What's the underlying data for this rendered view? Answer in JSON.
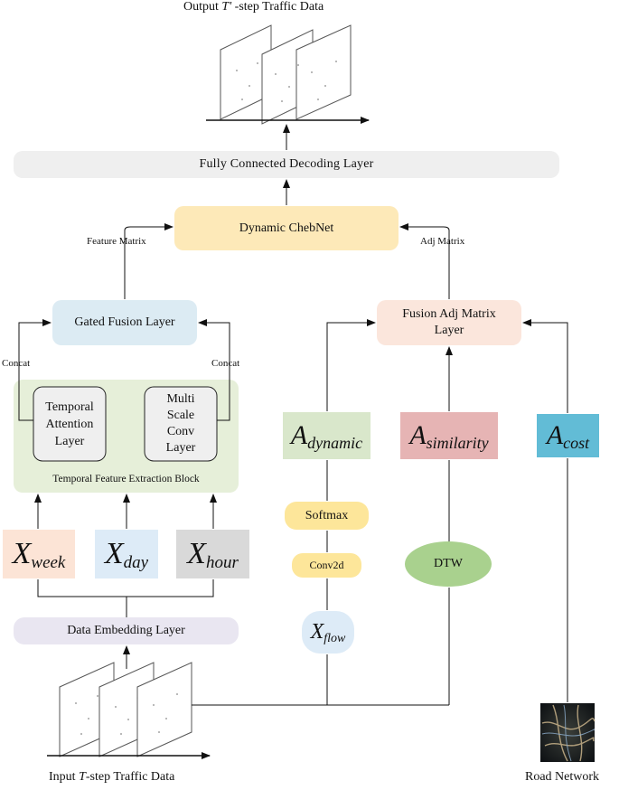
{
  "output": {
    "prefix": "Output ",
    "var": "T'",
    "suffix": " -step Traffic Data"
  },
  "input": {
    "prefix": "Input ",
    "var": "T",
    "suffix": "-step Traffic Data"
  },
  "layers": {
    "fc_decoding": "Fully Connected Decoding Layer",
    "chebnet": "Dynamic ChebNet",
    "gated_fusion": "Gated Fusion Layer",
    "fusion_adj_line1": "Fusion Adj Matrix",
    "fusion_adj_line2": "Layer",
    "temporal_attention": [
      "Temporal",
      "Attention",
      "Layer"
    ],
    "multi_scale_conv": [
      "Multi",
      "Scale",
      "Conv",
      "Layer"
    ],
    "temporal_block": "Temporal Feature Extraction Block",
    "data_embedding": "Data Embedding Layer",
    "softmax": "Softmax",
    "conv2d": "Conv2d",
    "dtw": "DTW"
  },
  "edge_labels": {
    "feature_matrix": "Feature Matrix",
    "adj_matrix": "Adj Matrix",
    "concat_left": "Concat",
    "concat_right": "Concat"
  },
  "symbols": {
    "x_week": {
      "base": "X",
      "sub": "week"
    },
    "x_day": {
      "base": "X",
      "sub": "day"
    },
    "x_hour": {
      "base": "X",
      "sub": "hour"
    },
    "x_flow": {
      "base": "X",
      "sub": "flow"
    },
    "a_dynamic": {
      "base": "A",
      "sub": "dynamic"
    },
    "a_similarity": {
      "base": "A",
      "sub": "similarity"
    },
    "a_cost": {
      "base": "A",
      "sub": "cost"
    }
  },
  "road_network": "Road Network",
  "colors": {
    "gray_layer": "#efefef",
    "chebnet": "#fde9b8",
    "gated": "#dcebf3",
    "fusion_adj": "#fbe6dc",
    "temporal_block": "#e6efd9",
    "inner_box": "#efefef",
    "embedding": "#e9e6f1",
    "x_week": "#fce4d6",
    "x_day": "#ddebf7",
    "x_hour": "#d9d9d9",
    "x_flow": "#ddebf7",
    "a_dynamic": "#d9e7cb",
    "a_similarity": "#e6b4b4",
    "a_cost": "#62bcd6",
    "softmax": "#fde69a",
    "conv2d": "#fde69a",
    "dtw": "#a9d18e"
  }
}
